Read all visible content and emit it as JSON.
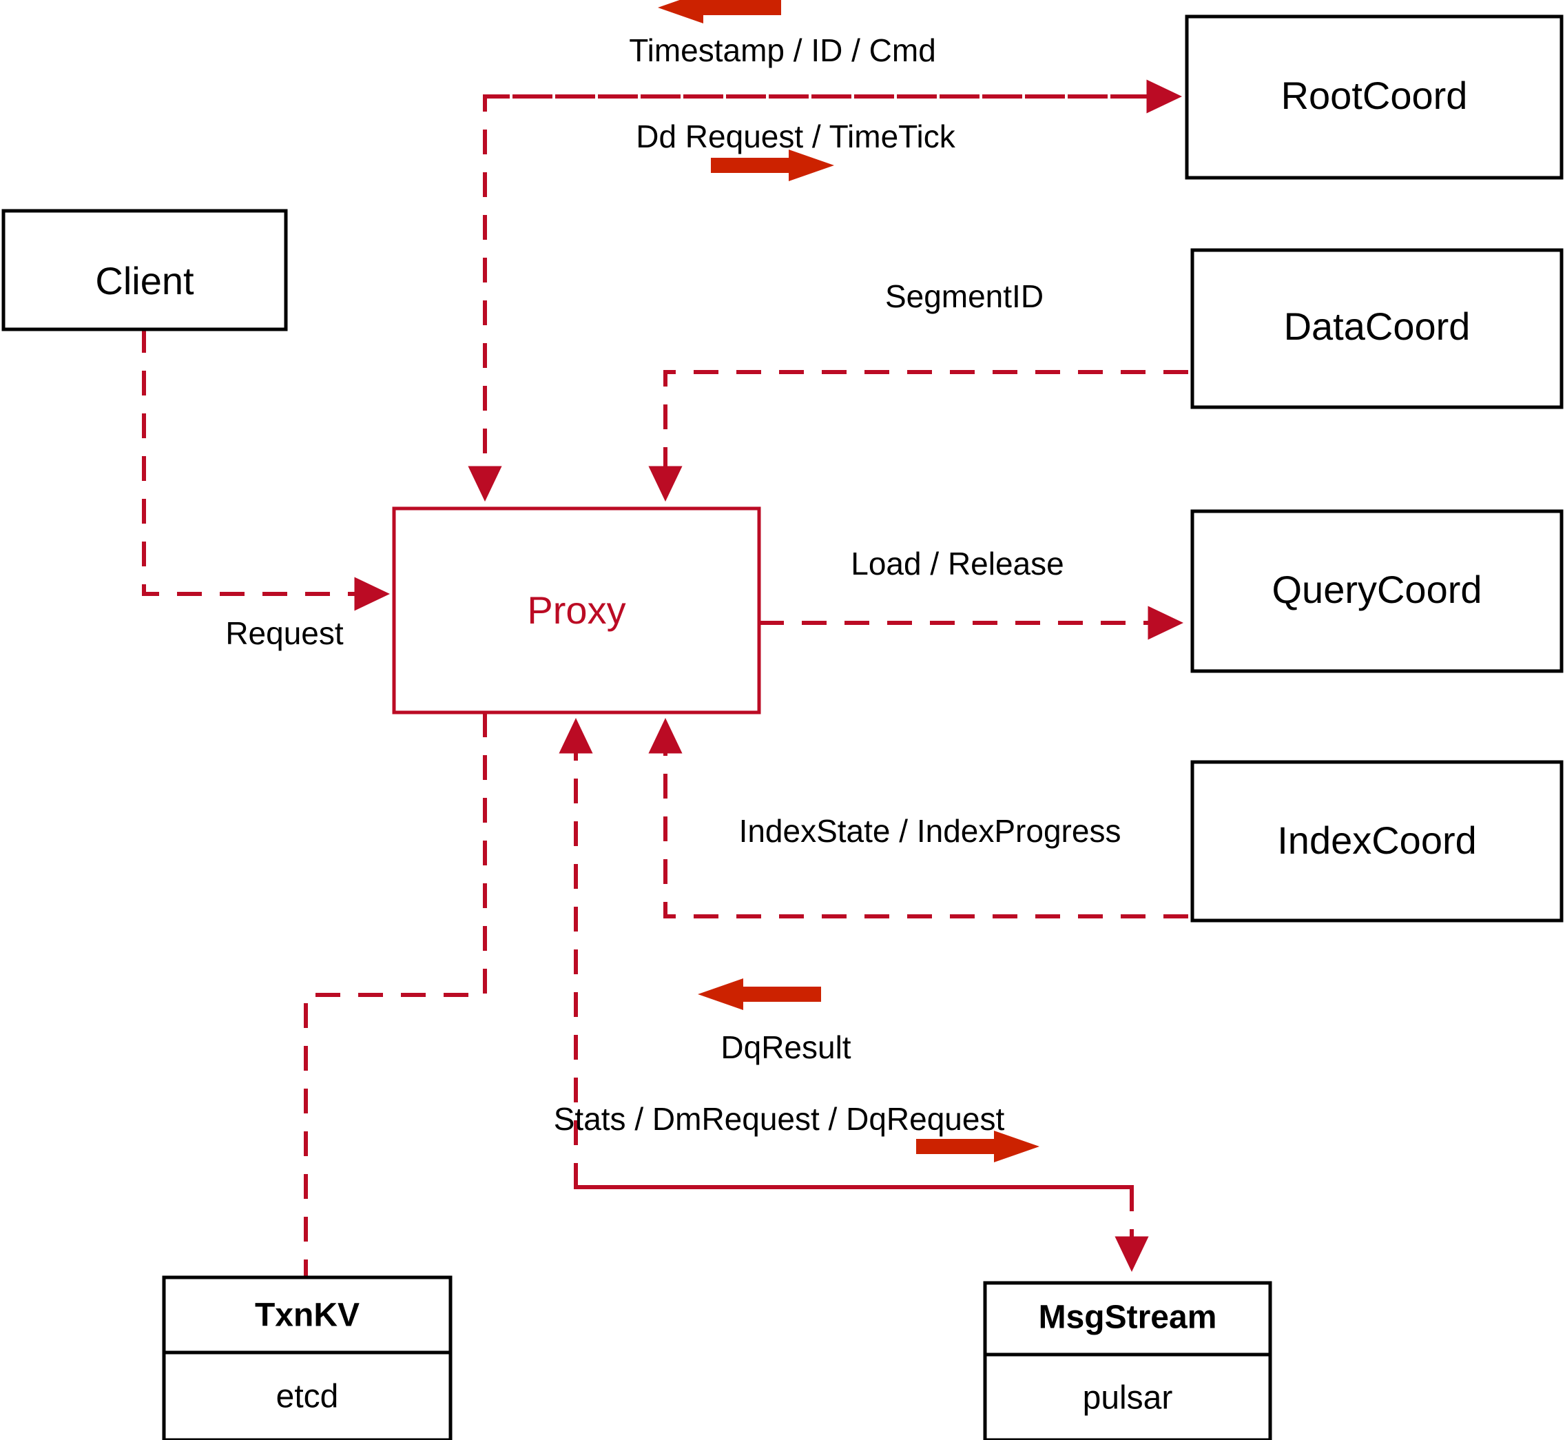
{
  "diagram": {
    "title": "Milvus Proxy component interaction diagram",
    "colors": {
      "accent_red": "#bb0b24",
      "arrow_red": "#cc2200",
      "node_stroke": "#000000",
      "background": "#ffffff"
    },
    "nodes": {
      "client": {
        "label": "Client"
      },
      "proxy": {
        "label": "Proxy"
      },
      "root_coord": {
        "label": "RootCoord"
      },
      "data_coord": {
        "label": "DataCoord"
      },
      "query_coord": {
        "label": "QueryCoord"
      },
      "index_coord": {
        "label": "IndexCoord"
      },
      "txnkv": {
        "title": "TxnKV",
        "impl": "etcd"
      },
      "msgstream": {
        "title": "MsgStream",
        "impl": "pulsar"
      }
    },
    "edge_labels": {
      "timestamp_id_cmd": "Timestamp / ID / Cmd",
      "dd_request_timetick": "Dd Request / TimeTick",
      "segment_id": "SegmentID",
      "load_release": "Load / Release",
      "index_state_progress": "IndexState / IndexProgress",
      "request": "Request",
      "dq_result": "DqResult",
      "stats_dm_dq": "Stats / DmRequest / DqRequest"
    },
    "direction_markers": {
      "timestamp_id_cmd": "arrow-left-icon",
      "dd_request_timetick": "arrow-right-icon",
      "dq_result": "arrow-left-icon",
      "stats_dm_dq": "arrow-right-icon"
    }
  }
}
